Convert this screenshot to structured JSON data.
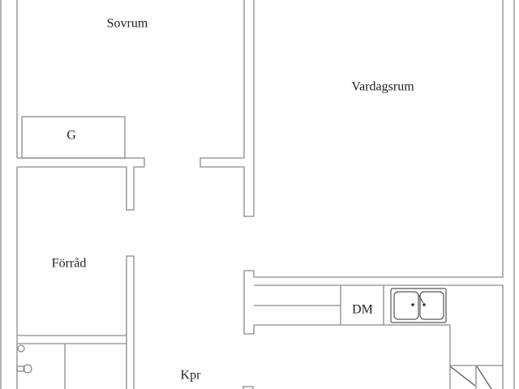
{
  "floorplan": {
    "rooms": {
      "bedroom": "Sovrum",
      "living_room": "Vardagsrum",
      "wardrobe": "G",
      "storage": "Förråd",
      "dishwasher": "DM",
      "kitchen": "Kpr"
    }
  }
}
